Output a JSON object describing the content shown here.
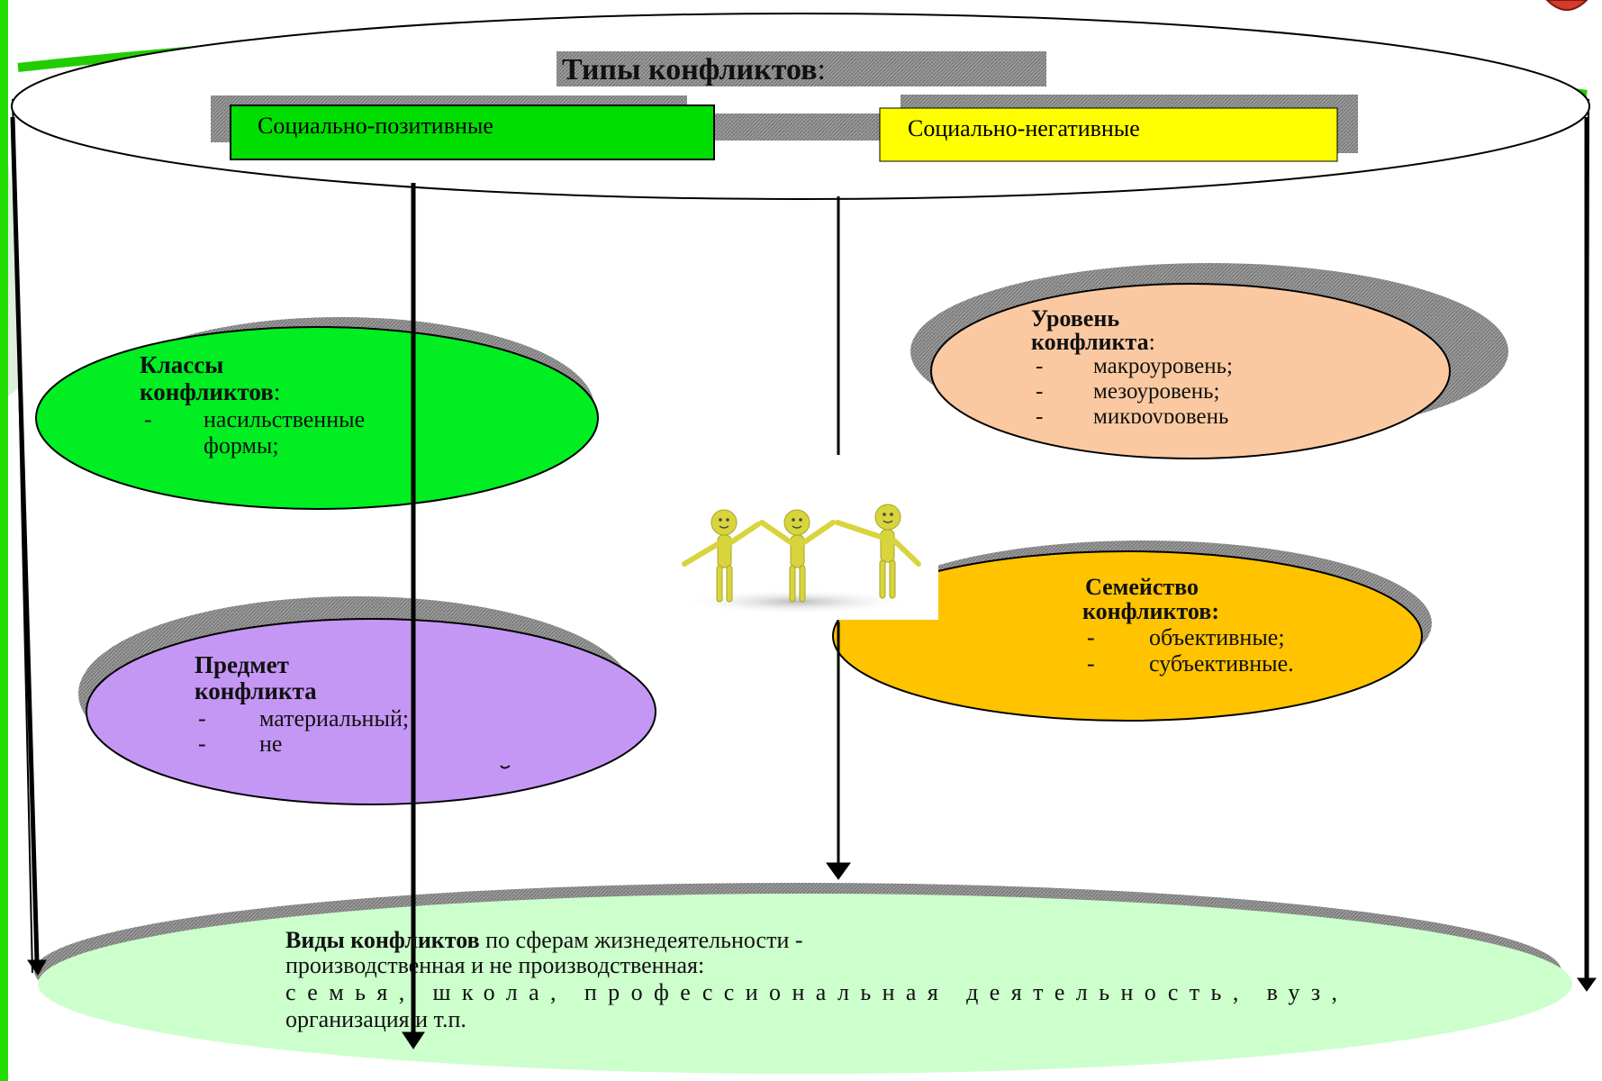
{
  "title": "Типы конфликтов",
  "title_suffix": ":",
  "types": {
    "positive": "Социально-позитивные",
    "negative": "Социально-негативные"
  },
  "classes": {
    "heading_1": "Классы",
    "heading_2": "конфликтов",
    "heading_suffix": ":",
    "item_1_line_1": "насильственные",
    "item_1_line_2": "формы;"
  },
  "level": {
    "heading_1": "Уровень",
    "heading_2": "конфликта",
    "heading_suffix": ":",
    "item_1": "макроуровень;",
    "item_2": "мезоуровень;",
    "item_3": "микроуровень"
  },
  "subject": {
    "heading_1": "Предмет",
    "heading_2": "конфликта",
    "item_1": "материальный;",
    "item_2": "не"
  },
  "family": {
    "heading_1": "Семейство",
    "heading_2": "конфликтов:",
    "item_1": "объективные;",
    "item_2": "субъективные."
  },
  "spheres": {
    "bold_lead": "Виды конфликтов",
    "line_1_rest": " по сферам жизнедеятельности -",
    "line_2": "производственная и не производственная:",
    "line_3": "семья, школа, профессиональная деятельность, вуз,",
    "line_4": "организация и т.п."
  },
  "bullet": "-",
  "colors": {
    "green_border": "#22dd00",
    "positive_box": "#00dd00",
    "negative_box": "#ffff00",
    "classes_ellipse": "#00ee22",
    "level_ellipse": "#fbc9a1",
    "subject_ellipse": "#c597f5",
    "family_ellipse": "#ffc300",
    "spheres_ellipse": "#ccffcc",
    "shadow": "#888888",
    "figures": "#d8d43c"
  }
}
